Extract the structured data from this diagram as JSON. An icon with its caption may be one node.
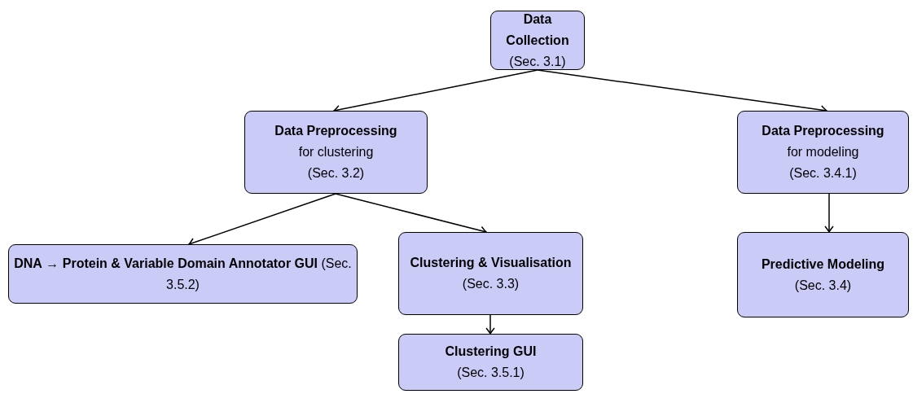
{
  "diagram": {
    "nodes": [
      {
        "text": [
          "Data Collection",
          "(Sec. 3.1)"
        ]
      },
      {
        "text": [
          "Data Preprocessing",
          "for clustering",
          "(Sec. 3.2)"
        ]
      },
      {
        "text": [
          "Data Preprocessing",
          "for modeling",
          "(Sec. 3.4.1)"
        ]
      },
      {
        "text": [
          "**DNA** → **Protein & Variable Domain Annotator GUI** (Sec. 3.5.2)"
        ]
      },
      {
        "text": [
          "Clustering & Visualisation",
          "(Sec. 3.3)"
        ]
      },
      {
        "text": [
          "Clustering GUI",
          "(Sec. 3.5.1)"
        ]
      },
      {
        "text": [
          "Predictive Modeling",
          "(Sec. 3.4)"
        ]
      }
    ],
    "edges": [
      {
        "from": 0,
        "to": 1,
        "arrow": "to"
      },
      {
        "from": 0,
        "to": 2,
        "arrow": "to"
      },
      {
        "from": 1,
        "to": 3,
        "arrow": "to"
      },
      {
        "from": 1,
        "to": 4,
        "arrow": "to"
      },
      {
        "from": 4,
        "to": 5,
        "arrow": "to"
      },
      {
        "from": 2,
        "to": 6,
        "arrow": "to"
      }
    ]
  }
}
